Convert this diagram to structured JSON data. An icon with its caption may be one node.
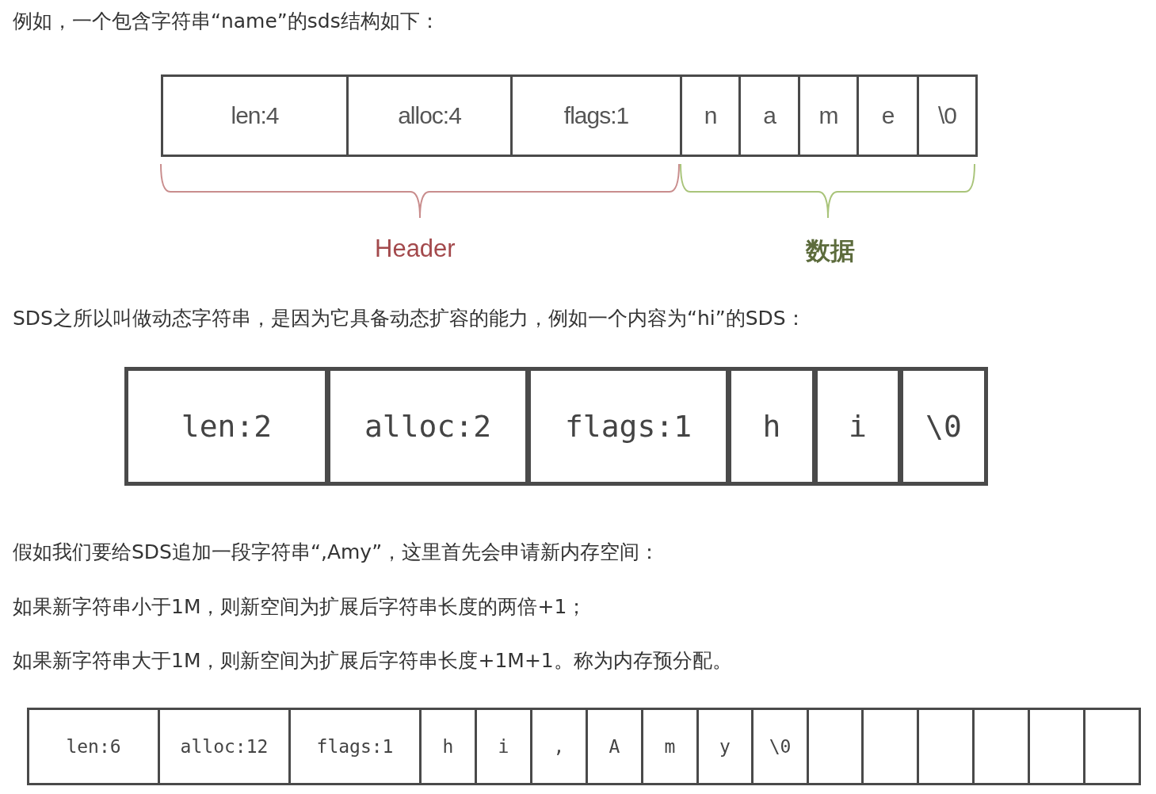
{
  "diagram": {
    "nodes": [
      {
        "text": [
          "len:4"
        ]
      },
      {
        "text": [
          "alloc:4"
        ]
      },
      {
        "text": [
          "flags:1"
        ]
      },
      {
        "text": [
          "n"
        ]
      },
      {
        "text": [
          "a"
        ]
      },
      {
        "text": [
          "m"
        ]
      },
      {
        "text": [
          "e"
        ]
      },
      {
        "text": [
          "\\0"
        ]
      },
      {
        "text": [
          "len:2"
        ]
      },
      {
        "text": [
          "alloc:2"
        ]
      },
      {
        "text": [
          "flags:1"
        ]
      },
      {
        "text": [
          "h"
        ]
      },
      {
        "text": [
          "i"
        ]
      },
      {
        "text": [
          "\\0"
        ]
      },
      {
        "text": [
          "len:6"
        ]
      },
      {
        "text": [
          "alloc:12"
        ]
      },
      {
        "text": [
          "flags:1"
        ]
      },
      {
        "text": [
          "h"
        ]
      },
      {
        "text": [
          "i"
        ]
      },
      {
        "text": [
          ","
        ]
      },
      {
        "text": [
          "A"
        ]
      },
      {
        "text": [
          "m"
        ]
      },
      {
        "text": [
          "y"
        ]
      },
      {
        "text": [
          "\\0"
        ]
      },
      {
        "text": [],
        "shape": "box"
      },
      {
        "text": [],
        "shape": "box"
      },
      {
        "text": [],
        "shape": "box"
      },
      {
        "text": [],
        "shape": "box"
      },
      {
        "text": [],
        "shape": "box"
      },
      {
        "text": [],
        "shape": "box"
      }
    ],
    "edges": [],
    "labels": [
      "例如，一个包含字符串“name”的sds结构如下：",
      "Header",
      "数据",
      "SDS之所以叫做动态字符串，是因为它具备动态扩容的能力，例如一个内容为“hi”的SDS：",
      "假如我们要给SDS追加一段字符串“,Amy”，这里首先会申请新内存空间：",
      "如果新字符串小于1M，则新空间为扩展后字符串长度的两倍+1；",
      "如果新字符串大于1M，则新空间为扩展后字符串长度+1M+1。称为内存预分配。"
    ]
  }
}
